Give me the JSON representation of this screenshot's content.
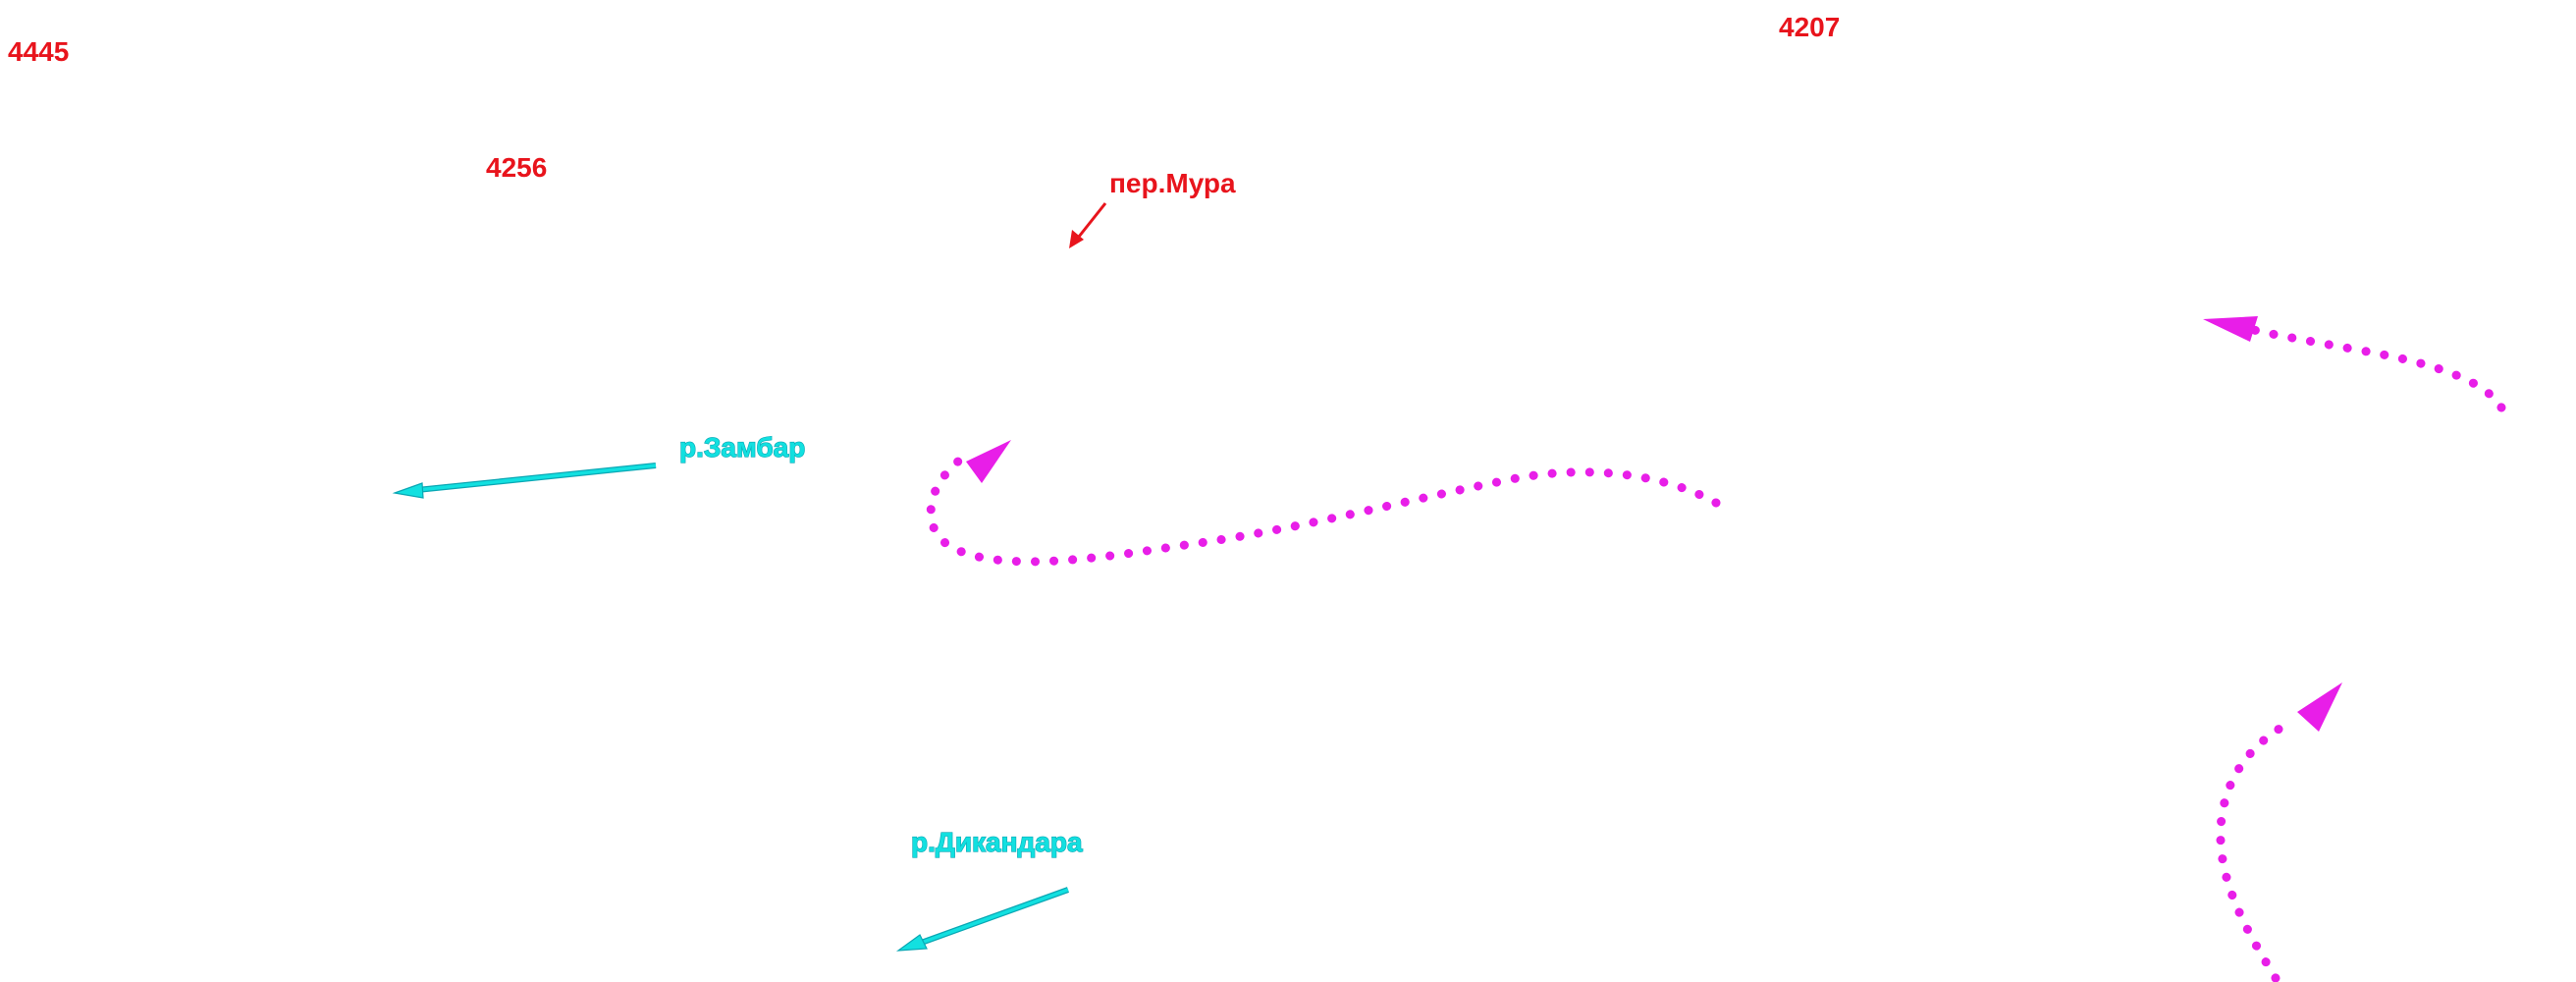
{
  "colors": {
    "elevation": "#e8141c",
    "pass": "#e8141c",
    "river": "#12e0e0",
    "river_outline": "#0aa7b4",
    "route": "#e81ee8"
  },
  "elevations": [
    {
      "id": "4445",
      "label": "4445"
    },
    {
      "id": "4256",
      "label": "4256"
    },
    {
      "id": "4207",
      "label": "4207"
    }
  ],
  "passes": [
    {
      "id": "mura",
      "label": "пер.Мура"
    }
  ],
  "rivers": [
    {
      "id": "zambar",
      "label": "р.Замбар"
    },
    {
      "id": "dikandara",
      "label": "р.Дикандара"
    }
  ],
  "routes": [
    {
      "id": "route-center",
      "style": "dotted"
    },
    {
      "id": "route-top-right",
      "style": "dotted"
    },
    {
      "id": "route-bottom-right",
      "style": "dotted"
    }
  ]
}
